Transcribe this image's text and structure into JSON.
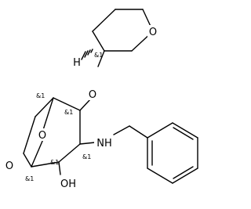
{
  "molecule": {
    "atom_labels": {
      "O_thp": "O",
      "H": "H",
      "O_ether": "O",
      "O_bridge": "O",
      "O_ring": "O",
      "NH": "NH",
      "OH": "OH"
    },
    "stereo_labels": {
      "thp_c": "&1",
      "c5": "&1",
      "c4": "&1",
      "c3": "&1",
      "c2": "&1",
      "c1": "&1"
    }
  }
}
